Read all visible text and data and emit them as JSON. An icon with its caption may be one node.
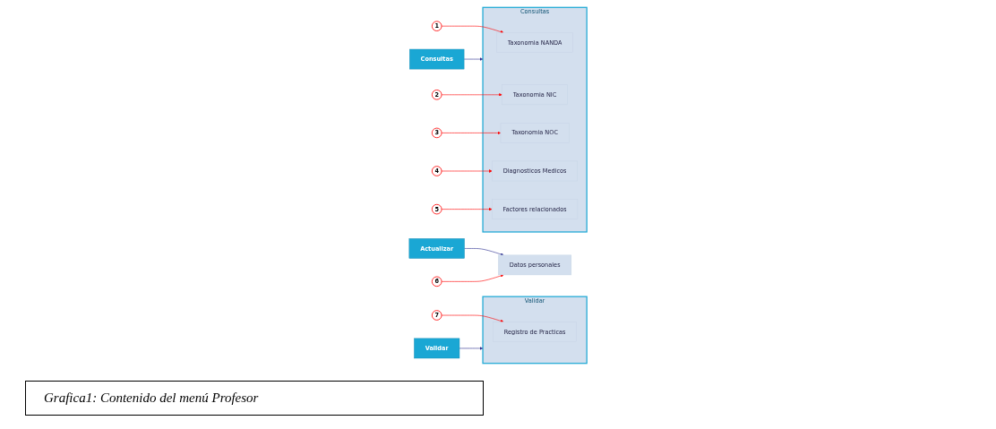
{
  "diagram": {
    "caption": "Grafica1: Contenido del menú Profesor",
    "nodes": [
      {
        "text": [
          "Consultas"
        ]
      },
      {
        "text": [
          "Actualizar"
        ]
      },
      {
        "text": [
          "Validar"
        ]
      },
      {
        "text": [
          "Datos personales"
        ]
      },
      {
        "text": [
          "Validar"
        ]
      },
      {
        "text": [
          "Registro de Practicas"
        ],
        "in": 4
      },
      {
        "text": [
          "Consultas"
        ]
      },
      {
        "text": [
          "Taxonomia NANDA"
        ],
        "in": 6
      },
      {
        "text": [
          "Taxonomia NIC"
        ],
        "in": 6
      },
      {
        "text": [
          "Taxonomia NOC"
        ],
        "in": 6
      },
      {
        "text": [
          "Diagnosticos Medicos"
        ],
        "in": 6
      },
      {
        "text": [
          "Factores relacionados"
        ],
        "in": 6
      },
      {
        "text": [
          "1"
        ]
      },
      {
        "text": [
          "2"
        ]
      },
      {
        "text": [
          "3"
        ]
      },
      {
        "text": [
          "4"
        ]
      },
      {
        "text": [
          "5"
        ]
      },
      {
        "text": [
          "6"
        ]
      },
      {
        "text": [
          "7"
        ]
      }
    ],
    "edges": [
      {
        "from": 1,
        "to": 3,
        "arrow": "to",
        "color": "#2e3192"
      },
      {
        "from": 2,
        "to": 4,
        "arrow": "to",
        "color": "#2e3192"
      },
      {
        "from": 0,
        "to": 6,
        "arrow": "to",
        "color": "#2e3192"
      },
      {
        "from": 12,
        "to": 7,
        "arrow": "to"
      },
      {
        "from": 13,
        "to": 8,
        "arrow": "to"
      },
      {
        "from": 14,
        "to": 9,
        "arrow": "to"
      },
      {
        "from": 15,
        "to": 10,
        "arrow": "to"
      },
      {
        "from": 16,
        "to": 11,
        "arrow": "to"
      },
      {
        "from": 17,
        "to": 3,
        "arrow": "to"
      },
      {
        "from": 18,
        "to": 5,
        "arrow": "to"
      }
    ]
  }
}
